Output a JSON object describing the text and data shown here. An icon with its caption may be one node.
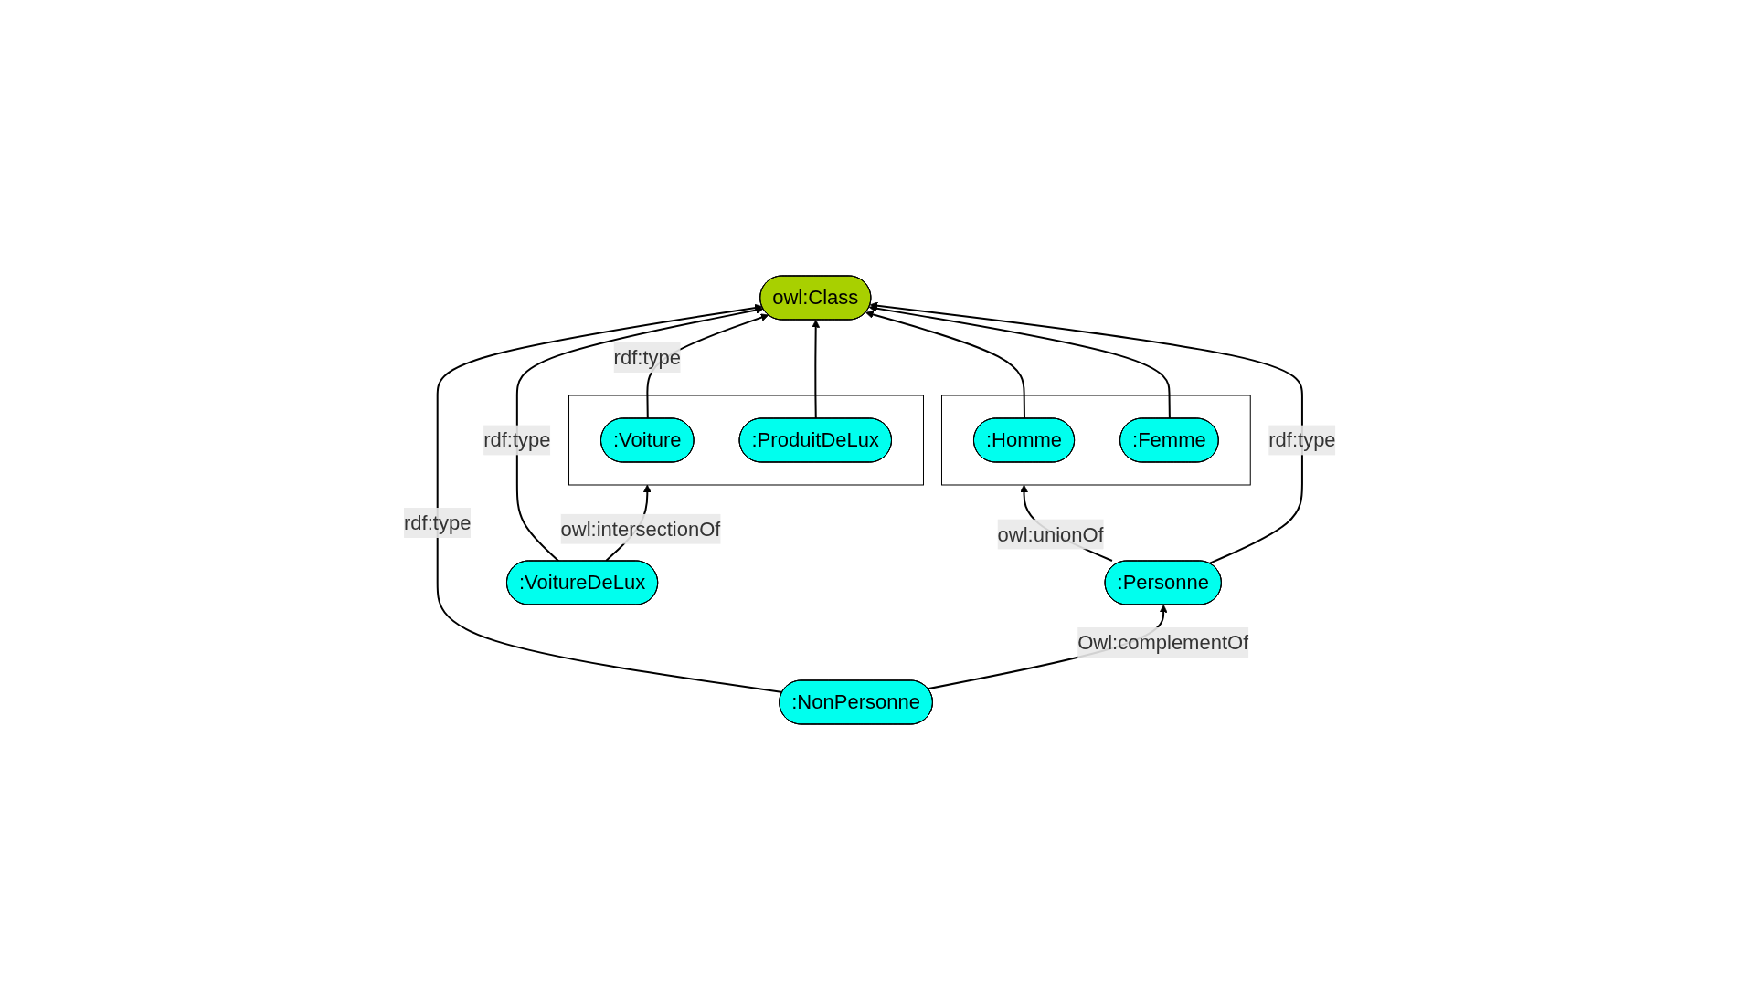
{
  "diagram": {
    "nodes": [
      {
        "text": [
          "owl:Class"
        ]
      },
      {
        "text": [
          ":NonPersonne"
        ]
      },
      {
        "text": [
          ":VoitureDeLux"
        ]
      },
      {
        "text": [
          ":Personne"
        ]
      },
      {
        "text": [],
        "shape": "box"
      },
      {
        "text": [
          ":Voiture"
        ],
        "in": 4
      },
      {
        "text": [
          ":ProduitDeLux"
        ],
        "in": 4
      },
      {
        "text": [],
        "shape": "box"
      },
      {
        "text": [
          ":Homme"
        ],
        "in": 7
      },
      {
        "text": [
          ":Femme"
        ],
        "in": 7
      }
    ],
    "edges": [
      {
        "from": 1,
        "to": 0,
        "arrow": "to",
        "label": "rdf:type"
      },
      {
        "from": 2,
        "to": 0,
        "arrow": "to",
        "label": "rdf:type"
      },
      {
        "from": 5,
        "to": 0,
        "arrow": "to",
        "label": "rdf:type"
      },
      {
        "from": 6,
        "to": 0,
        "arrow": "to"
      },
      {
        "from": 8,
        "to": 0,
        "arrow": "to"
      },
      {
        "from": 9,
        "to": 0,
        "arrow": "to"
      },
      {
        "from": 3,
        "to": 0,
        "arrow": "to",
        "label": "rdf:type"
      },
      {
        "from": 1,
        "to": 3,
        "arrow": "to",
        "label": "Owl:complementOf"
      },
      {
        "from": 2,
        "to": 4,
        "arrow": "to",
        "label": "owl:intersectionOf"
      },
      {
        "from": 3,
        "to": 7,
        "arrow": "to",
        "label": "owl:unionOf"
      }
    ]
  }
}
